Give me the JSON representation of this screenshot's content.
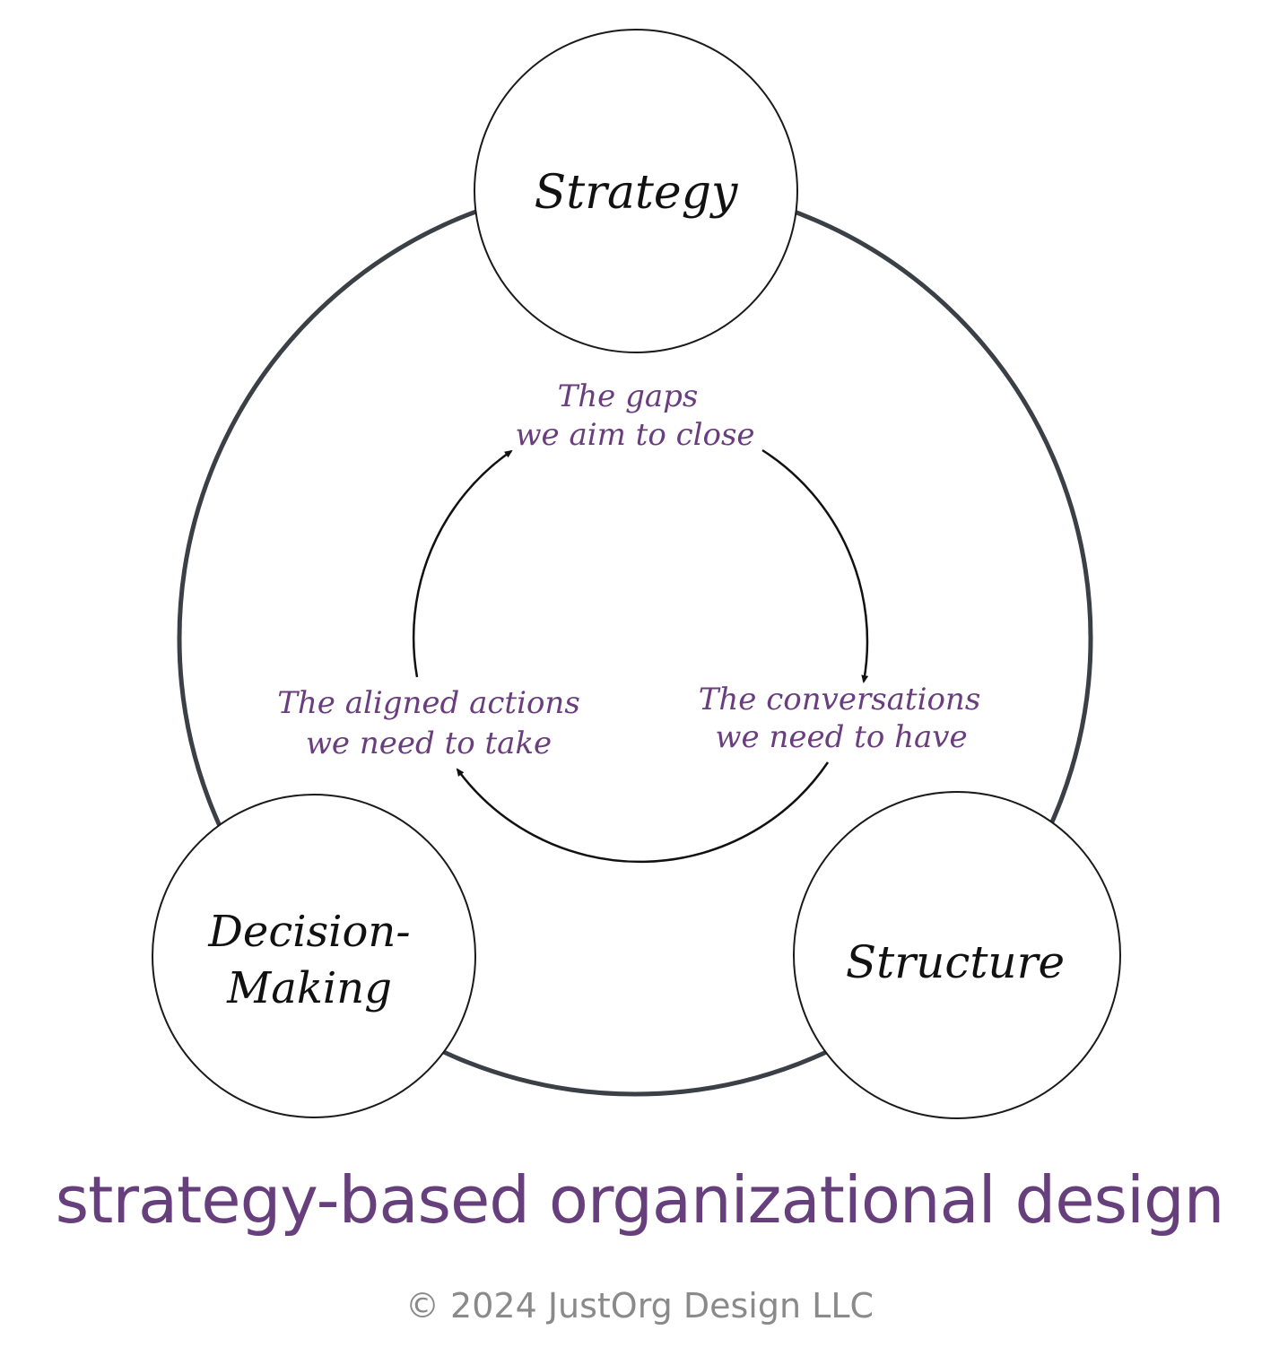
{
  "diagram": {
    "nodes": {
      "strategy": "Strategy",
      "decision_making": [
        "Decision-",
        "Making"
      ],
      "structure": "Structure"
    },
    "cycle": {
      "gaps": [
        "The gaps",
        "we aim to close"
      ],
      "conversations": [
        "The conversations",
        "we need to have"
      ],
      "actions": [
        "The aligned actions",
        "we need to take"
      ]
    }
  },
  "footer": {
    "title": "strategy-based organizational design",
    "copyright": "© 2024 JustOrg Design LLC"
  },
  "colors": {
    "outer_ring": "#3b4047",
    "node_outline": "#1a1a1a",
    "cycle_text": "#6a3d7e",
    "title": "#663f7c",
    "copyright": "#8a8a8a"
  }
}
